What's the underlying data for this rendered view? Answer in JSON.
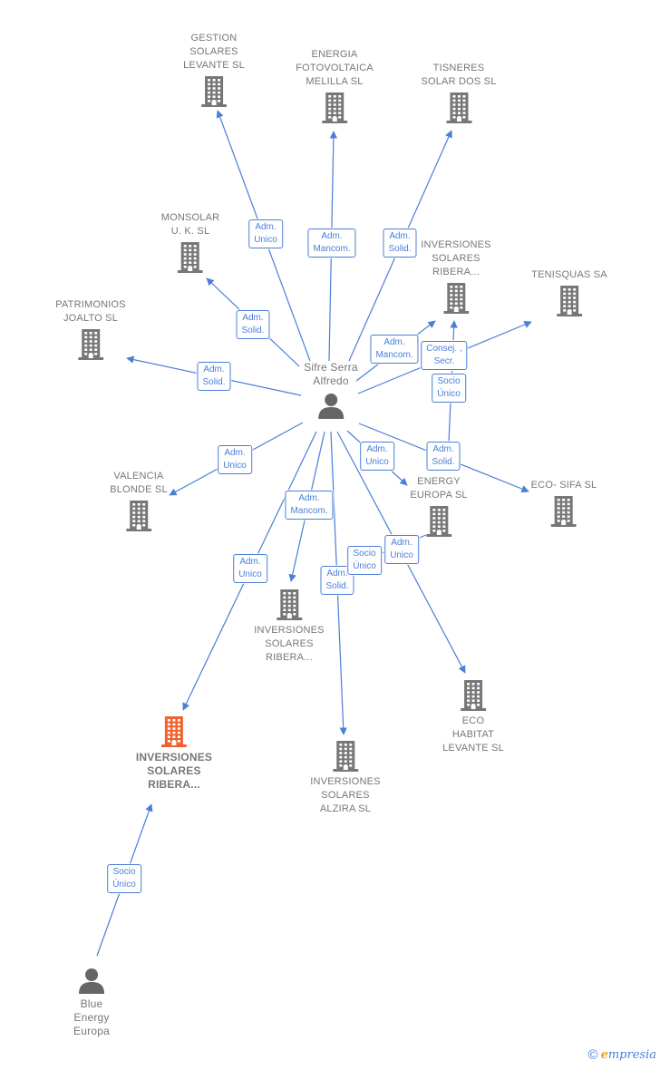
{
  "colors": {
    "edge": "#4a7fd6",
    "building": "#777777",
    "building_highlight": "#f0622d",
    "person": "#666666"
  },
  "nodes": [
    {
      "id": "gestion",
      "type": "company",
      "label": "GESTION\nSOLARES\nLEVANTE  SL"
    },
    {
      "id": "energia",
      "type": "company",
      "label": "ENERGIA\nFOTOVOLTAICA\nMELILLA  SL"
    },
    {
      "id": "tisneres",
      "type": "company",
      "label": "TISNERES\nSOLAR DOS SL"
    },
    {
      "id": "monsolar",
      "type": "company",
      "label": "MONSOLAR\nU. K.  SL"
    },
    {
      "id": "inv_top",
      "type": "company",
      "label": "INVERSIONES\nSOLARES\nRIBERA..."
    },
    {
      "id": "tenisquas",
      "type": "company",
      "label": "TENISQUAS SA"
    },
    {
      "id": "patrimonios",
      "type": "company",
      "label": "PATRIMONIOS\nJOALTO SL"
    },
    {
      "id": "sifre",
      "type": "person",
      "label": "Sifre Serra\nAlfredo"
    },
    {
      "id": "valencia",
      "type": "company",
      "label": "VALENCIA\nBLONDE  SL"
    },
    {
      "id": "energy_eu",
      "type": "company",
      "label": "ENERGY\nEUROPA  SL"
    },
    {
      "id": "ecosifa",
      "type": "company",
      "label": "ECO- SIFA  SL"
    },
    {
      "id": "inv_mid",
      "type": "company",
      "label": "INVERSIONES\nSOLARES\nRIBERA..."
    },
    {
      "id": "eco_habitat",
      "type": "company",
      "label": "ECO\nHABITAT\nLEVANTE  SL"
    },
    {
      "id": "inv_main",
      "type": "highlight",
      "label": "INVERSIONES\nSOLARES\nRIBERA..."
    },
    {
      "id": "inv_alzira",
      "type": "company",
      "label": "INVERSIONES\nSOLARES\nALZIRA SL"
    },
    {
      "id": "blue",
      "type": "person",
      "label": "Blue\nEnergy\nEuropa"
    }
  ],
  "edges": [
    {
      "from": "sifre",
      "to": "gestion",
      "label": "Adm.\nUnico"
    },
    {
      "from": "sifre",
      "to": "energia",
      "label": "Adm.\nMancom."
    },
    {
      "from": "sifre",
      "to": "tisneres",
      "label": "Adm.\nSolid."
    },
    {
      "from": "sifre",
      "to": "monsolar",
      "label": "Adm.\nSolid."
    },
    {
      "from": "sifre",
      "to": "inv_top",
      "label": "Adm.\nMancom."
    },
    {
      "from": "sifre",
      "to": "tenisquas",
      "label": "Consej. ,\nSecr."
    },
    {
      "from": "energy_eu",
      "to": "inv_top",
      "label": "Socio\nÚnico"
    },
    {
      "from": "sifre",
      "to": "patrimonios",
      "label": "Adm.\nSolid."
    },
    {
      "from": "sifre",
      "to": "valencia",
      "label": "Adm.\nUnico"
    },
    {
      "from": "sifre",
      "to": "energy_eu",
      "label": "Adm.\nUnico"
    },
    {
      "from": "sifre",
      "to": "ecosifa",
      "label": "Adm.\nSolid."
    },
    {
      "from": "sifre",
      "to": "inv_mid",
      "label": "Adm.\nMancom."
    },
    {
      "from": "sifre",
      "to": "inv_main",
      "label": "Adm.\nUnico"
    },
    {
      "from": "sifre",
      "to": "inv_alzira",
      "label": "Adm.\nSolid."
    },
    {
      "from": "sifre",
      "to": "eco_habitat",
      "label": "Adm.\nUnico"
    },
    {
      "from": "energy_eu",
      "to": "inv_mid",
      "label": "Socio\nÚnico"
    },
    {
      "from": "blue",
      "to": "inv_main",
      "label": "Socio\nÚnico"
    }
  ],
  "footer": {
    "copyright": "©",
    "brand_initial": "e",
    "brand_rest": "mpresia"
  }
}
